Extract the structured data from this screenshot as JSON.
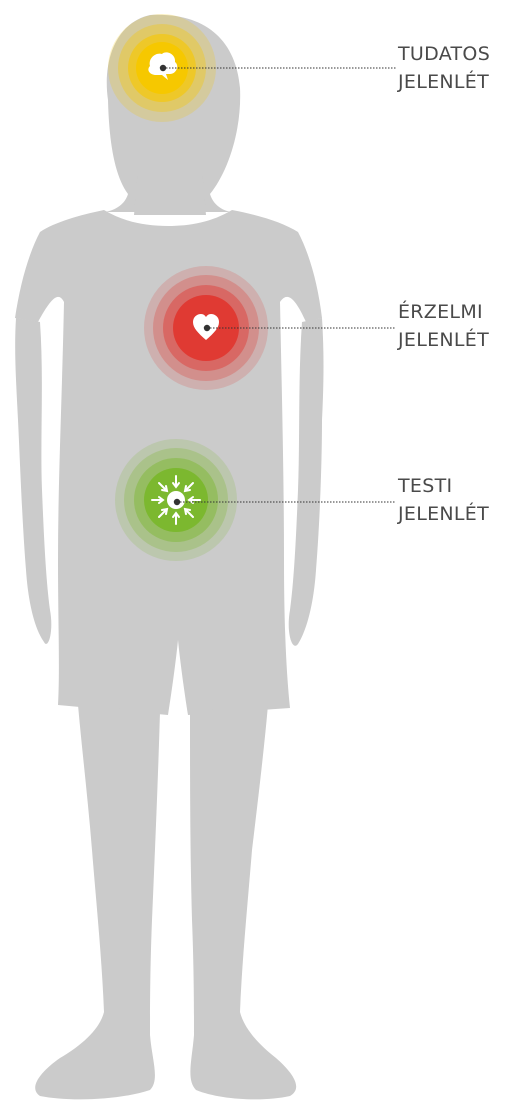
{
  "figure": {
    "labels": [
      {
        "line1": "TUDATOS",
        "line2": "JELENLÉT"
      },
      {
        "line1": "ÉRZELMI",
        "line2": "JELENLÉT"
      },
      {
        "line1": "TESTI",
        "line2": "JELENLÉT"
      }
    ],
    "icons": [
      "brain-icon",
      "heart-icon",
      "focus-arrows-icon"
    ],
    "colors": {
      "silhouette": "#cbcbcb",
      "mental": "#f6c800",
      "emotional": "#e03a33",
      "physical": "#7cb82f",
      "leader": "#333333",
      "label_text": "#4a4a4a"
    }
  }
}
